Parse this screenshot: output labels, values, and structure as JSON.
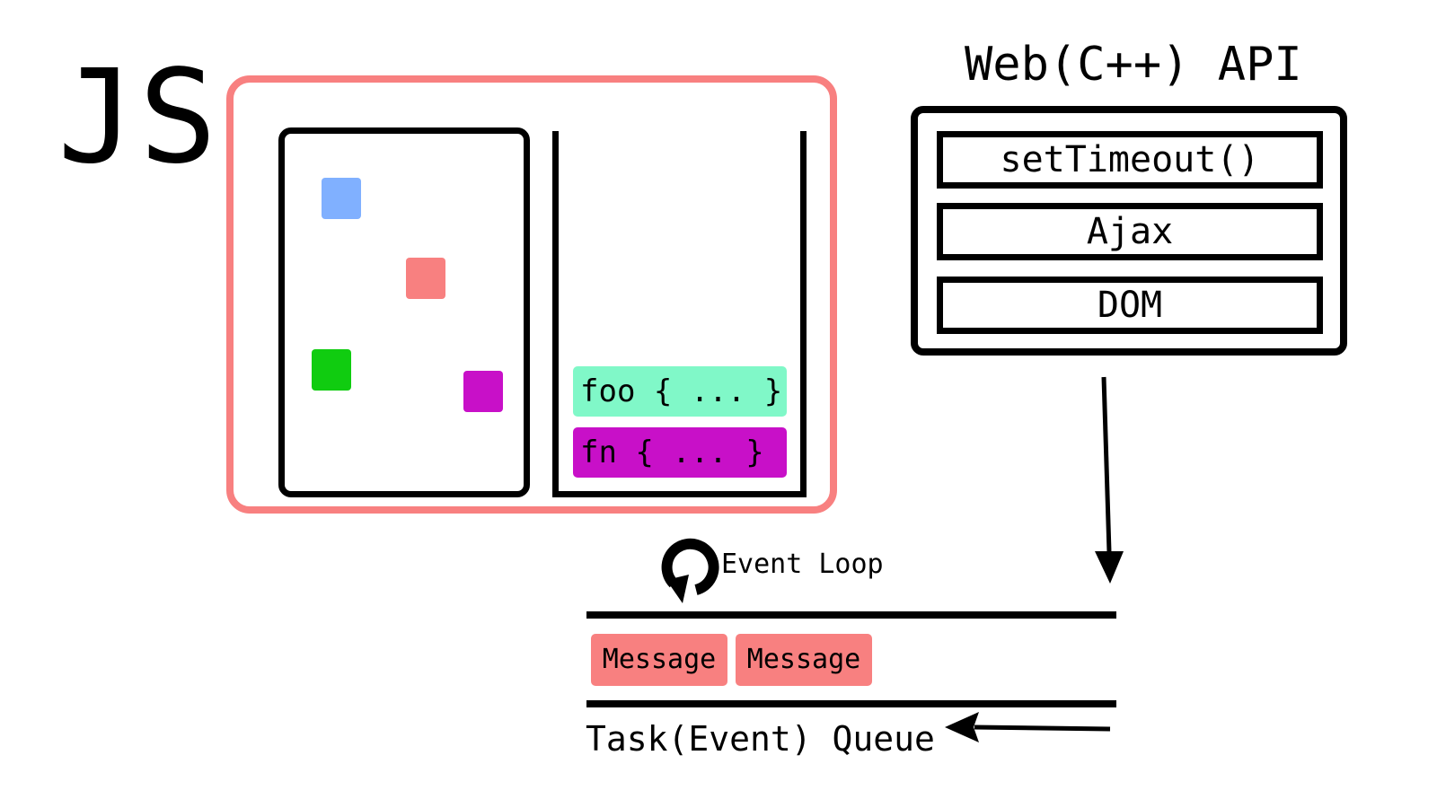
{
  "js_label": "JS",
  "heap": {
    "objects": [
      {
        "color": "#80b0ff"
      },
      {
        "color": "#f88080"
      },
      {
        "color": "#10cc10"
      },
      {
        "color": "#c810c8"
      }
    ]
  },
  "call_stack": {
    "frames": [
      {
        "label": "foo { ... }",
        "color": "#80f8c8"
      },
      {
        "label": "fn { ... }",
        "color": "#c810c8"
      }
    ]
  },
  "web_api": {
    "title": "Web(C++) API",
    "items": [
      "setTimeout()",
      "Ajax",
      "DOM"
    ]
  },
  "event_loop": {
    "label": "Event Loop",
    "icon": "refresh-icon"
  },
  "task_queue": {
    "messages": [
      "Message",
      "Message"
    ],
    "label": "Task(Event) Queue"
  },
  "colors": {
    "runtime_border": "#f88080",
    "message": "#f88080"
  }
}
